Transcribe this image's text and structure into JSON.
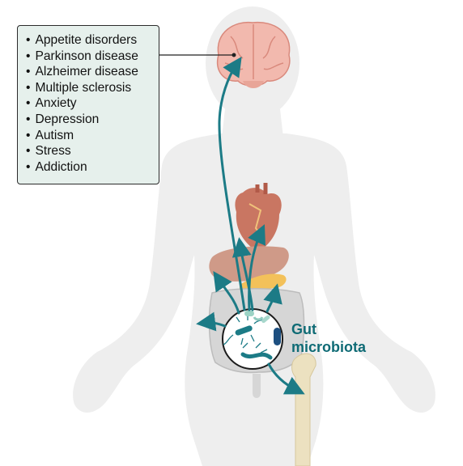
{
  "disorders": {
    "items": [
      "Appetite disorders",
      "Parkinson disease",
      "Alzheimer disease",
      "Multiple sclerosis",
      "Anxiety",
      "Depression",
      "Autism",
      "Stress",
      "Addiction"
    ]
  },
  "gut": {
    "line1": "Gut",
    "line2": "microbiota"
  },
  "icons": {
    "body": "human-body-silhouette",
    "brain": "brain-icon",
    "heart": "heart-icon",
    "liver": "liver-icon",
    "pancreas": "pancreas-icon",
    "intestine": "intestine-icon",
    "bone": "bone-icon",
    "microbes": "bacteria-icon"
  },
  "colors": {
    "silhouette": "#eeeeee",
    "arrow": "#1c7b86",
    "label_box": "#e6f0ec",
    "gut_text": "#0f6b75",
    "brain": "#f2b9ae",
    "heart": "#c97662",
    "liver": "#cf9a88",
    "pancreas": "#f3c15a",
    "intestine": "#cfcfcf",
    "bone": "#ece1c0"
  }
}
